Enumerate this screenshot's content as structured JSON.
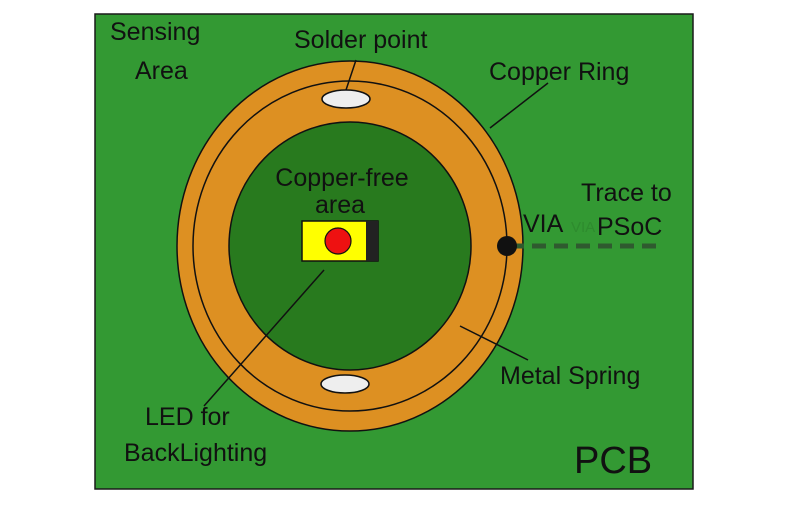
{
  "labels": {
    "sensing_area_line1": "Sensing",
    "sensing_area_line2": "Area",
    "solder_point": "Solder point",
    "copper_ring": "Copper Ring",
    "copper_free_line1": "Copper-free",
    "copper_free_line2": "area",
    "trace_line1": "Trace to",
    "trace_line2": "PSoC",
    "via": "VIA",
    "via_small": "VIA",
    "metal_spring": "Metal Spring",
    "led_line1": "LED for",
    "led_line2": "BackLighting",
    "pcb": "PCB"
  },
  "colors": {
    "board": "#339933",
    "board_border": "#1a1a1a",
    "copper": "#dd9022",
    "inner_area": "#287a1e",
    "led_body": "#ffff00",
    "led_dot": "#ee1111",
    "led_tab": "#222222",
    "solder": "#eeeeee",
    "trace": "#2f5a2f",
    "via_small": "#2e8b2e"
  }
}
